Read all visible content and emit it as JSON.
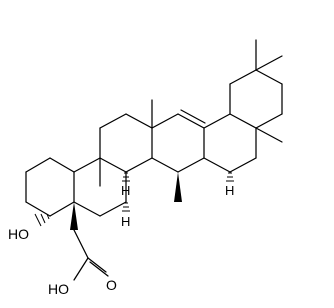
{
  "labels": {
    "hydroxyl": "HO",
    "acid_hydroxyl": "HO",
    "carbonyl_oxygen": "O",
    "stereo_h_1": "H",
    "stereo_h_2": "H",
    "stereo_h_3": "H"
  }
}
